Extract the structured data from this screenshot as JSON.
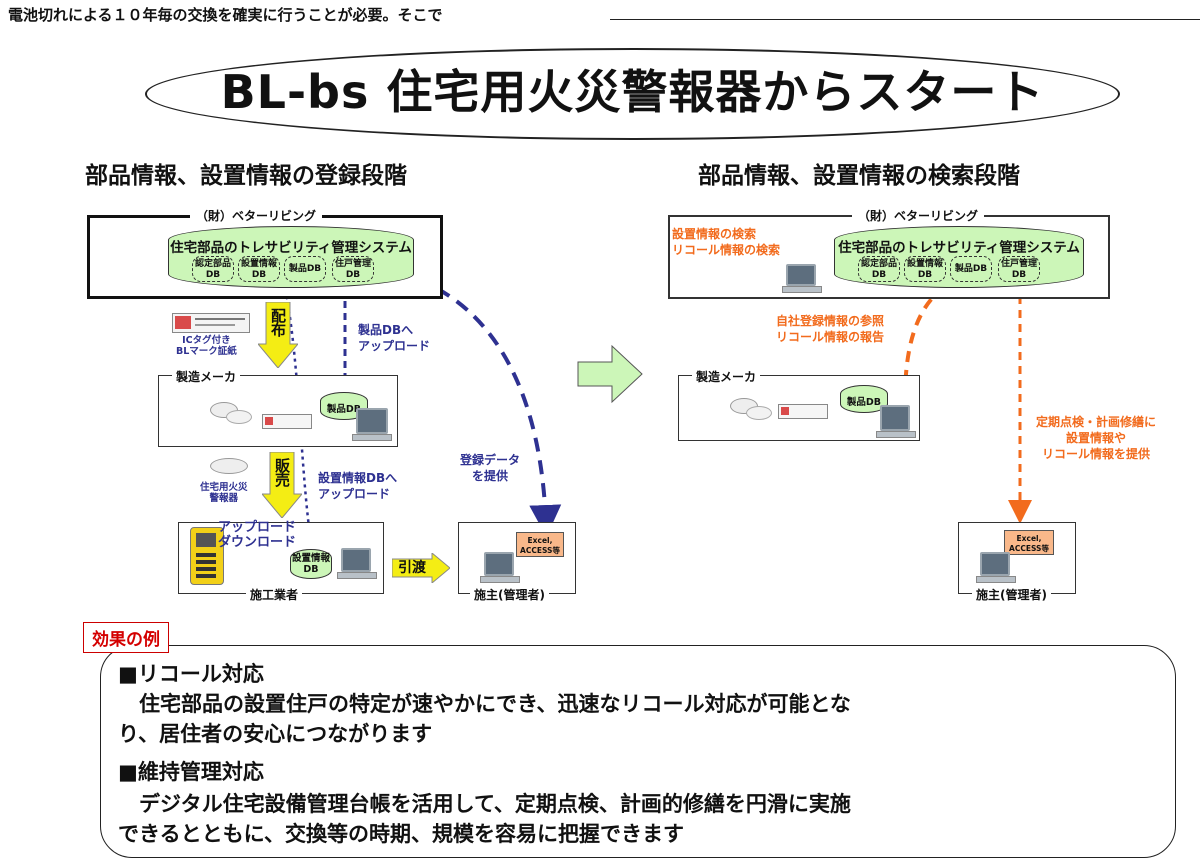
{
  "header": {
    "top_text": "電池切れによる１０年毎の交換を確実に行うことが必要。そこで",
    "title": "BL-bs 住宅用火災警報器からスタート"
  },
  "left": {
    "section_title": "部品情報、設置情報の登録段階",
    "system_frame_label": "（財）ベターリビング",
    "system_title": "住宅部品のトレサビリティ管理システム",
    "dbs": [
      "認定部品\nDB",
      "設置情報\nDB",
      "製品DB",
      "住戸管理\nDB"
    ],
    "ic_tag_label": "ICタグ付き\nBLマーク証紙",
    "distribute": "配布",
    "upload_product": "製品DBへ\nアップロード",
    "maker_label": "製造メーカ",
    "product_db": "製品DB",
    "sell": "販売",
    "alarm_label": "住宅用火災\n警報器",
    "upload_install": "設置情報DBへ\nアップロード",
    "register_data": "登録データ\nを提供",
    "updown": "アップロード\nダウンロード",
    "install_db": "設置情報\nDB",
    "installer_label": "施工業者",
    "handover": "引渡",
    "excel": "Excel,\nACCESS等",
    "owner_label": "施主(管理者)"
  },
  "right": {
    "section_title": "部品情報、設置情報の検索段階",
    "system_frame_label": "（財）ベターリビング",
    "system_title": "住宅部品のトレサビリティ管理システム",
    "dbs": [
      "認定部品\nDB",
      "設置情報\nDB",
      "製品DB",
      "住戸管理\nDB"
    ],
    "search_note": "設置情報の検索\nリコール情報の検索",
    "report_note": "自社登録情報の参照\nリコール情報の報告",
    "maker_label": "製造メーカ",
    "product_db": "製品DB",
    "maintenance_note": "定期点検・計画修繕に\n設置情報や\nリコール情報を提供",
    "excel": "Excel,\nACCESS等",
    "owner_label": "施主(管理者)"
  },
  "effects": {
    "label": "効果の例",
    "h1": "■リコール対応",
    "p1a": "　住宅部品の設置住戸の特定が速やかにでき、迅速なリコール対応が可能とな",
    "p1b": "り、居住者の安心につながります",
    "h2": "■維持管理対応",
    "p2a": "　デジタル住宅設備管理台帳を活用して、定期点検、計画的修繕を円滑に実施",
    "p2b": "できるとともに、交換等の時期、規模を容易に把握できます"
  },
  "colors": {
    "green": "#ccf6b8",
    "blue_dash": "#2e3191",
    "orange": "#f26b1d",
    "yellow": "#f4ed14",
    "red": "#d40000"
  }
}
